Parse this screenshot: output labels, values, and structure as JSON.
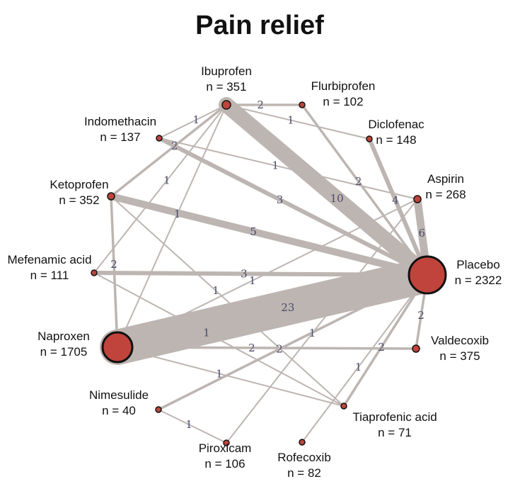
{
  "title": "Pain relief",
  "nodes": [
    {
      "id": "ibuprofen",
      "name": "Ibuprofen",
      "n": "n = 351"
    },
    {
      "id": "flurbiprofen",
      "name": "Flurbiprofen",
      "n": "n = 102"
    },
    {
      "id": "indomethacin",
      "name": "Indomethacin",
      "n": "n = 137"
    },
    {
      "id": "diclofenac",
      "name": "Diclofenac",
      "n": "n = 148"
    },
    {
      "id": "aspirin",
      "name": "Aspirin",
      "n": "n = 268"
    },
    {
      "id": "ketoprofen",
      "name": "Ketoprofen",
      "n": "n = 352"
    },
    {
      "id": "mefenamic",
      "name": "Mefenamic acid",
      "n": "n = 111"
    },
    {
      "id": "placebo",
      "name": "Placebo",
      "n": "n = 2322"
    },
    {
      "id": "naproxen",
      "name": "Naproxen",
      "n": "n = 1705"
    },
    {
      "id": "valdecoxib",
      "name": "Valdecoxib",
      "n": "n = 375"
    },
    {
      "id": "nimesulide",
      "name": "Nimesulide",
      "n": "n = 40"
    },
    {
      "id": "tiaprofenic",
      "name": "Tiaprofenic acid",
      "n": "n = 71"
    },
    {
      "id": "piroxicam",
      "name": "Piroxicam",
      "n": "n = 106"
    },
    {
      "id": "rofecoxib",
      "name": "Rofecoxib",
      "n": "n = 82"
    }
  ],
  "edges": [
    {
      "from": "naproxen",
      "to": "placebo",
      "count": 23
    },
    {
      "from": "ibuprofen",
      "to": "placebo",
      "count": 10
    },
    {
      "from": "ketoprofen",
      "to": "placebo",
      "count": 5
    },
    {
      "from": "mefenamic",
      "to": "placebo",
      "count": 3
    },
    {
      "from": "indomethacin",
      "to": "placebo",
      "count": 3
    },
    {
      "from": "aspirin",
      "to": "placebo",
      "count": 6
    },
    {
      "from": "diclofenac",
      "to": "placebo",
      "count": 4
    },
    {
      "from": "flurbiprofen",
      "to": "placebo",
      "count": 2
    },
    {
      "from": "valdecoxib",
      "to": "placebo",
      "count": 2
    },
    {
      "from": "tiaprofenic",
      "to": "placebo",
      "count": 2
    },
    {
      "from": "naproxen",
      "to": "valdecoxib",
      "count": 2
    },
    {
      "from": "nimesulide",
      "to": "placebo",
      "count": 2
    },
    {
      "from": "ibuprofen",
      "to": "ketoprofen",
      "count": 2
    },
    {
      "from": "ketoprofen",
      "to": "naproxen",
      "count": 2
    },
    {
      "from": "ibuprofen",
      "to": "diclofenac",
      "count": 1
    },
    {
      "from": "ibuprofen",
      "to": "flurbiprofen",
      "count": 2
    },
    {
      "from": "indomethacin",
      "to": "aspirin",
      "count": 1
    },
    {
      "from": "ibuprofen",
      "to": "indomethacin",
      "count": 1
    },
    {
      "from": "ibuprofen",
      "to": "mefenamic",
      "count": 1
    },
    {
      "from": "ibuprofen",
      "to": "naproxen",
      "count": 1
    },
    {
      "from": "mefenamic",
      "to": "tiaprofenic",
      "count": 1
    },
    {
      "from": "naproxen",
      "to": "tiaprofenic",
      "count": 1
    },
    {
      "from": "ketoprofen",
      "to": "tiaprofenic",
      "count": 1
    },
    {
      "from": "nimesulide",
      "to": "piroxicam",
      "count": 1
    },
    {
      "from": "rofecoxib",
      "to": "placebo",
      "count": 1
    },
    {
      "from": "piroxicam",
      "to": "aspirin",
      "count": 1
    },
    {
      "from": "naproxen",
      "to": "aspirin",
      "count": 1
    }
  ],
  "colors": {
    "node_fill": "#c0443c",
    "edge": "#bdb5b1",
    "edge_label": "#4a4a6a"
  }
}
